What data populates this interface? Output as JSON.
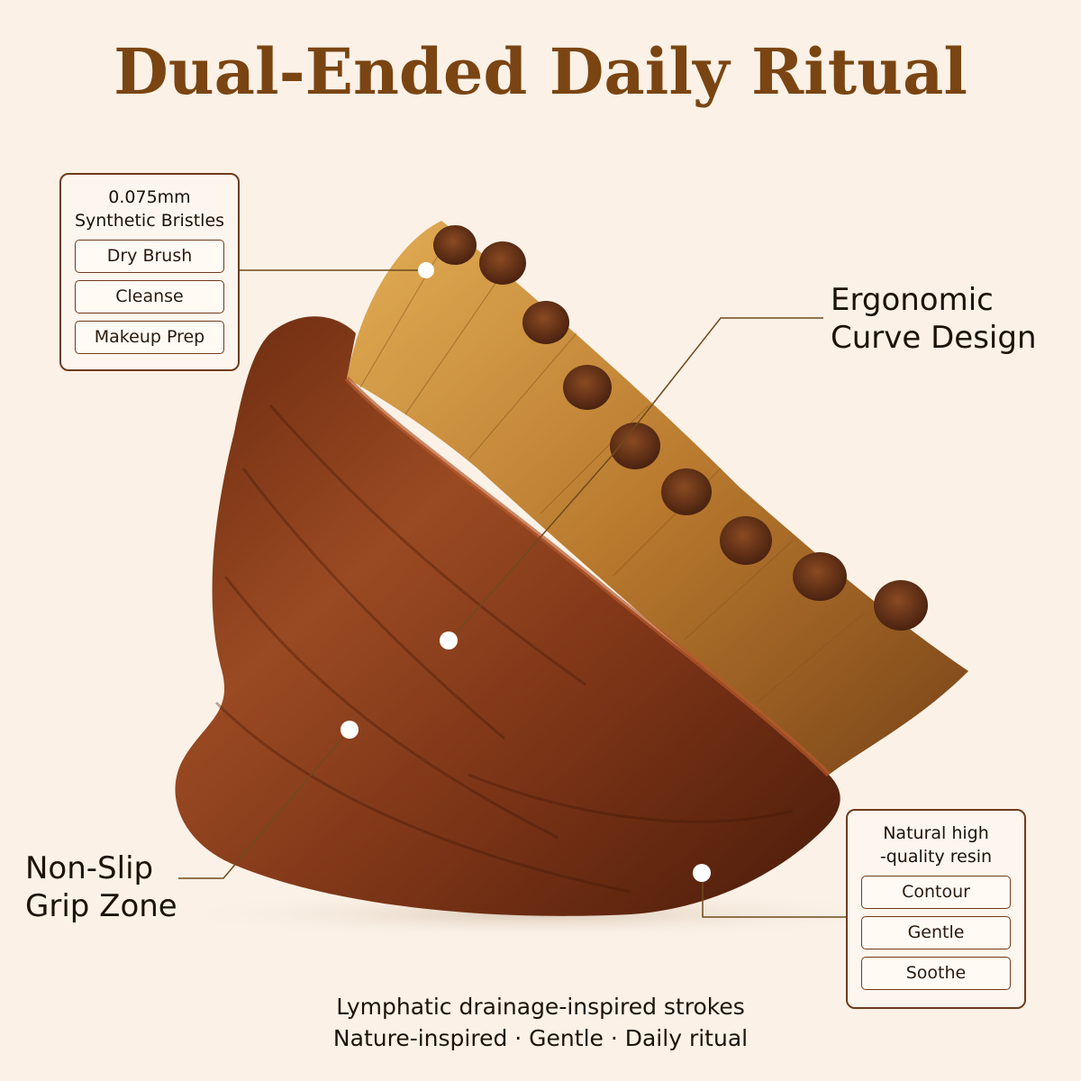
{
  "title": "Dual-Ended Daily Ritual",
  "bristles_box": {
    "heading_line1": "0.075mm",
    "heading_line2": "Synthetic Bristles",
    "tags": [
      "Dry Brush",
      "Cleanse",
      "Makeup Prep"
    ]
  },
  "resin_box": {
    "heading_line1": "Natural high",
    "heading_line2": "-quality resin",
    "tags": [
      "Contour",
      "Gentle",
      "Soothe"
    ]
  },
  "callouts": {
    "ergonomic_line1": "Ergonomic",
    "ergonomic_line2": "Curve Design",
    "grip_line1": "Non-Slip",
    "grip_line2": "Grip Zone"
  },
  "footer": {
    "line1": "Lymphatic drainage-inspired strokes",
    "line2": "Nature-inspired · Gentle · Daily ritual"
  },
  "colors": {
    "background": "#fbf1e6",
    "title": "#7a4512",
    "wood": "#8b3e1c",
    "bristle": "#b7772c",
    "border": "#6e3b1e"
  }
}
